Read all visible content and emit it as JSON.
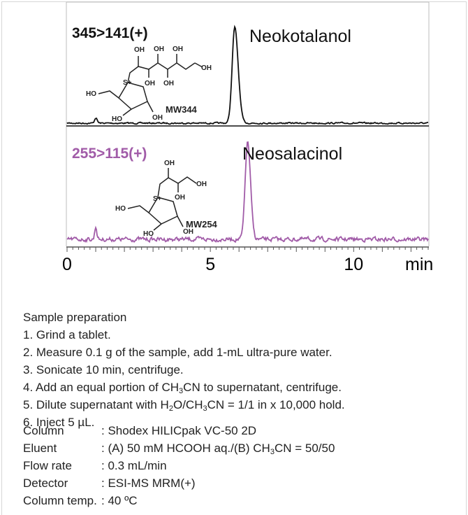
{
  "chart_data": {
    "type": "line",
    "x_range": [
      0,
      12.6
    ],
    "xticks": [
      {
        "value": 0,
        "label": "0"
      },
      {
        "value": 5,
        "label": "5"
      },
      {
        "value": 10,
        "label": "10"
      }
    ],
    "xunit": "min",
    "series": [
      {
        "name": "Neokotalanol",
        "transition": "345>141(+)",
        "color": "#111111",
        "retention_time": 5.85,
        "mw": "MW344",
        "peaks": [
          {
            "rt": 5.85,
            "height": 1.0,
            "width": 0.09,
            "tail": 0.12
          },
          {
            "rt": 1.0,
            "height": 0.055,
            "width": 0.04,
            "tail": 0.05
          }
        ]
      },
      {
        "name": "Neosalacinol",
        "transition": "255>115(+)",
        "color": "#a15ca8",
        "retention_time": 6.3,
        "mw": "MW254",
        "peaks": [
          {
            "rt": 6.3,
            "height": 1.0,
            "width": 0.085,
            "tail": 0.1
          },
          {
            "rt": 1.0,
            "height": 0.13,
            "width": 0.035,
            "tail": 0.04
          }
        ]
      }
    ]
  },
  "structure_labels": {
    "oh": "OH",
    "ho": "HO",
    "s_plus": "S+"
  },
  "sample_preparation": {
    "title": "Sample preparation",
    "steps": [
      {
        "text": "1. Grind a tablet."
      },
      {
        "text": "2. Measure 0.1 g of the sample, add 1-mL ultra-pure water."
      },
      {
        "text": "3. Sonicate 10 min, centrifuge."
      },
      {
        "pre": "4. Add an equal portion of CH",
        "sub1": "3",
        "post": "CN to supernatant, centrifuge."
      },
      {
        "pre": "5. Dilute supernatant with H",
        "sub1": "2",
        "mid": "O/CH",
        "sub2": "3",
        "post": "CN = 1/1 in x 10,000 hold."
      },
      {
        "text": "6. Inject 5 µL."
      }
    ]
  },
  "conditions": [
    {
      "key": "Column",
      "value": ": Shodex HILICpak VC-50 2D"
    },
    {
      "key": "Eluent",
      "pre": ": (A) 50 mM HCOOH aq./(B) CH",
      "sub1": "3",
      "post": "CN = 50/50"
    },
    {
      "key": "Flow rate",
      "value": ": 0.3 mL/min"
    },
    {
      "key": "Detector",
      "value": ": ESI-MS MRM(+)"
    },
    {
      "key": "Column temp.",
      "value": ": 40 ºC"
    }
  ]
}
